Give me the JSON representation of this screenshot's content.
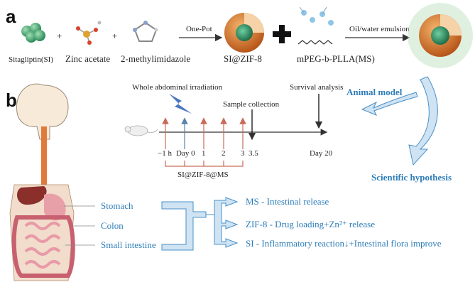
{
  "panel_a": {
    "letter": "a",
    "reagent1": "Sitagliptin(SI)",
    "reagent2": "Zinc acetate",
    "reagent3": "2-methylimidazole",
    "plus": "+",
    "step1": "One-Pot",
    "product1": "SI@ZIF-8",
    "polymer": "mPEG-b-PLLA(MS)",
    "step2": "Oil/water emulsion"
  },
  "panel_b": {
    "letter": "b",
    "timeline": {
      "irradiation": "Whole abdominal irradiation",
      "sample": "Sample collection",
      "survival": "Survival analysis",
      "ticks": [
        "−1 h",
        "Day 0",
        "1",
        "2",
        "3",
        "3.5",
        "Day 20"
      ],
      "treatment": "SI@ZIF-8@MS"
    },
    "animal_model": "Animal model",
    "hypothesis": "Scientific hypothesis",
    "organs": [
      "Stomach",
      "Colon",
      "Small intestine"
    ],
    "outcomes": [
      "MS - Intestinal release",
      "ZIF-8 - Drug loading+Zn²⁺ release",
      "SI - Inflammatory reaction↓+Intestinal flora improve"
    ]
  },
  "colors": {
    "accent_blue": "#2e7db8",
    "arrow_fill": "#cfe3f3",
    "arrow_stroke": "#4a90c8",
    "sphere_orange": "#d9792a",
    "sphere_green": "#2c8a5a",
    "red_arrow": "#c96a5a",
    "blue_arrow": "#5a84a8"
  }
}
